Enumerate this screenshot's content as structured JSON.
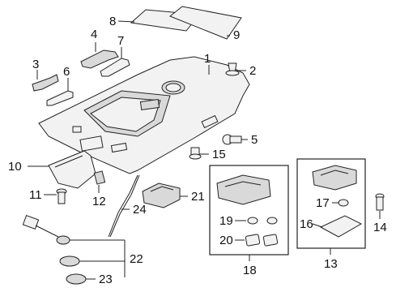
{
  "diagram": {
    "callouts": {
      "c1": "1",
      "c2": "2",
      "c3": "3",
      "c4": "4",
      "c5": "5",
      "c6": "6",
      "c7": "7",
      "c8": "8",
      "c9": "9",
      "c10": "10",
      "c11": "11",
      "c12": "12",
      "c13": "13",
      "c14": "14",
      "c15": "15",
      "c16": "16",
      "c17": "17",
      "c18": "18",
      "c19": "19",
      "c20": "20",
      "c21": "21",
      "c22": "22",
      "c23": "23",
      "c24": "24"
    }
  }
}
